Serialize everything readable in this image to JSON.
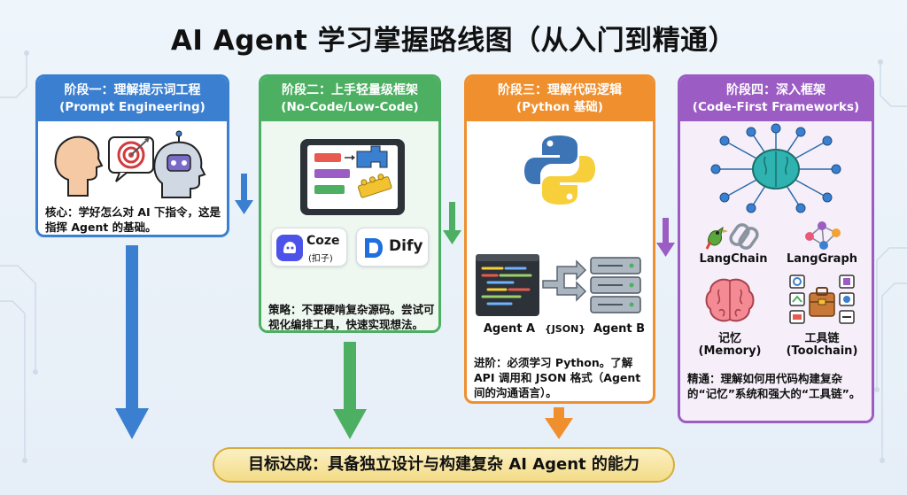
{
  "title": "AI Agent 学习掌握路线图（从入门到精通）",
  "stages": [
    {
      "heading": "阶段一：理解提示词工程",
      "subheading": "(Prompt Engineering)",
      "note": "核心：学好怎么对 AI 下指令，这是指挥 Agent 的基础。",
      "color": "#3b7fd0"
    },
    {
      "heading": "阶段二：上手轻量级框架",
      "subheading": "(No-Code/Low-Code)",
      "tools": [
        {
          "name": "Coze",
          "sub": "(扣子)"
        },
        {
          "name": "Dify",
          "sub": ""
        }
      ],
      "note": "策略：不要硬啃复杂源码。尝试可视化编排工具，快速实现想法。",
      "color": "#4caf62"
    },
    {
      "heading": "阶段三：理解代码逻辑",
      "subheading": "(Python 基础)",
      "agent_a": "Agent A",
      "json_label": "{JSON}",
      "agent_b": "Agent B",
      "note": "进阶：必须学习 Python。了解 API 调用和 JSON 格式（Agent 间的沟通语言）。",
      "color": "#ef8f2e"
    },
    {
      "heading": "阶段四：深入框架",
      "subheading": "(Code-First Frameworks)",
      "items": [
        {
          "name": "LangChain",
          "sub": ""
        },
        {
          "name": "LangGraph",
          "sub": ""
        },
        {
          "name": "记忆",
          "sub": "(Memory)"
        },
        {
          "name": "工具链",
          "sub": "(Toolchain)"
        }
      ],
      "note": "精通：理解如何用代码构建复杂的“记忆”系统和强大的“工具链”。",
      "color": "#9b5cc4"
    }
  ],
  "goal": "目标达成：具备独立设计与构建复杂 AI Agent 的能力"
}
